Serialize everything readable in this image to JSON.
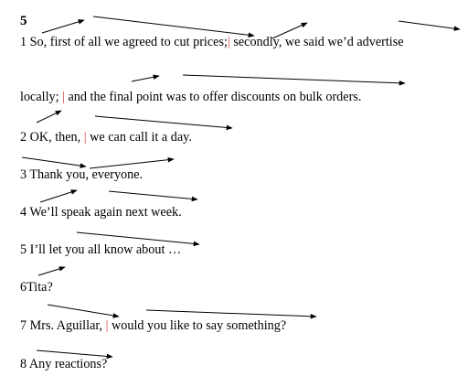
{
  "exercise": {
    "number": "5",
    "separator": "|",
    "lines": [
      {
        "id": "l1a",
        "parts": [
          "1 So, first of all we agreed to cut prices;",
          " secondly, we said we’d advertise"
        ]
      },
      {
        "id": "l1b",
        "parts": [
          "locally; ",
          " and the final point was to offer discounts on bulk orders."
        ]
      },
      {
        "id": "l2",
        "parts": [
          "2 OK, then, ",
          " we can call it a day."
        ]
      },
      {
        "id": "l3",
        "parts": [
          "3 Thank you, everyone."
        ]
      },
      {
        "id": "l4",
        "parts": [
          "4 We’ll speak again next week."
        ]
      },
      {
        "id": "l5",
        "parts": [
          "5 I’ll let you all know about …"
        ]
      },
      {
        "id": "l6",
        "parts": [
          "6Tita?"
        ]
      },
      {
        "id": "l7",
        "parts": [
          "7 Mrs. Aguillar, ",
          " would you like to say something?"
        ]
      },
      {
        "id": "l8",
        "parts": [
          "8 Any reactions?"
        ]
      }
    ],
    "colors": {
      "text": "#000000",
      "separator": "#e0413a",
      "arrow": "#000000"
    },
    "annotation": "intonation arrows (rising / falling) drawn over phrases"
  }
}
